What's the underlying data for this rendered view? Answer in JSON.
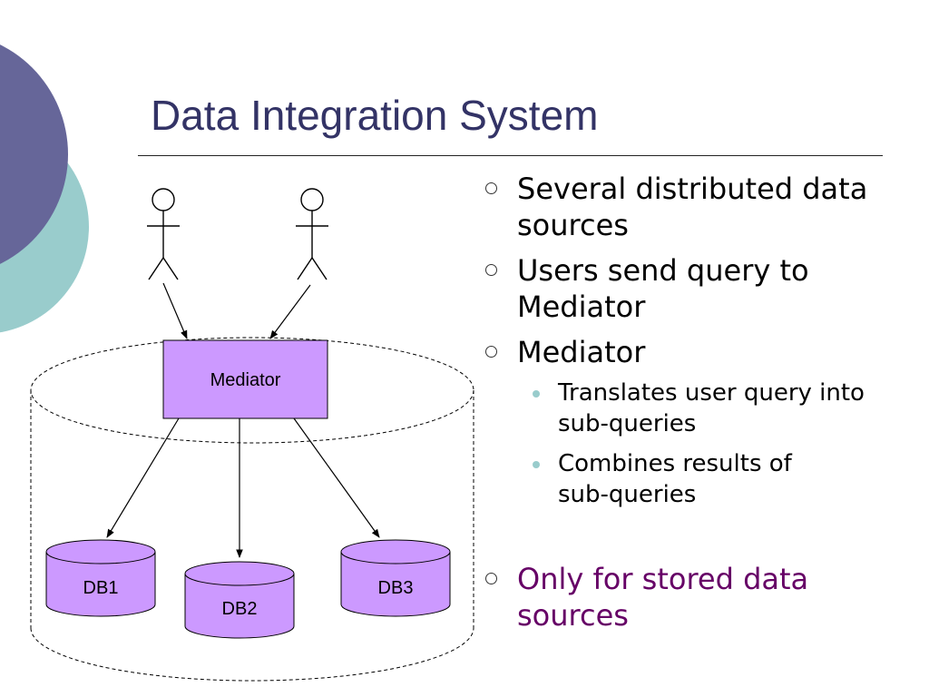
{
  "slide": {
    "title": "Data Integration System"
  },
  "diagram": {
    "mediator_label": "Mediator",
    "databases": [
      "DB1",
      "DB2",
      "DB3"
    ],
    "colors": {
      "box_fill": "#cc99ff",
      "stroke": "#000000"
    }
  },
  "bullets": {
    "items": [
      {
        "text": "Several distributed data sources"
      },
      {
        "text": "Users send query to Mediator"
      },
      {
        "text": "Mediator",
        "sub": [
          "Translates user query into sub-queries",
          "Combines results of sub-queries"
        ]
      },
      {
        "text": "Only for stored data sources",
        "color": "#660066"
      }
    ]
  },
  "theme": {
    "title_color": "#333366",
    "circle_dark": "#666699",
    "circle_light": "#99cccc"
  }
}
